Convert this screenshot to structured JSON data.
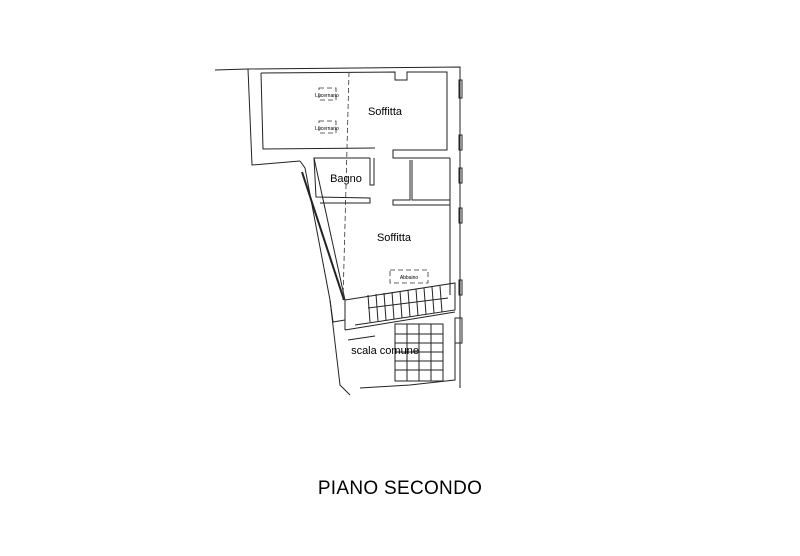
{
  "title": "PIANO SECONDO",
  "rooms": {
    "soffitta_upper": "Soffitta",
    "soffitta_lower": "Soffitta",
    "bagno": "Bagno",
    "scala": "scala comune"
  },
  "annotations": {
    "lucernario_1": "Lucernario",
    "lucernario_2": "Lucernario",
    "abbaino": "Abbaino"
  }
}
